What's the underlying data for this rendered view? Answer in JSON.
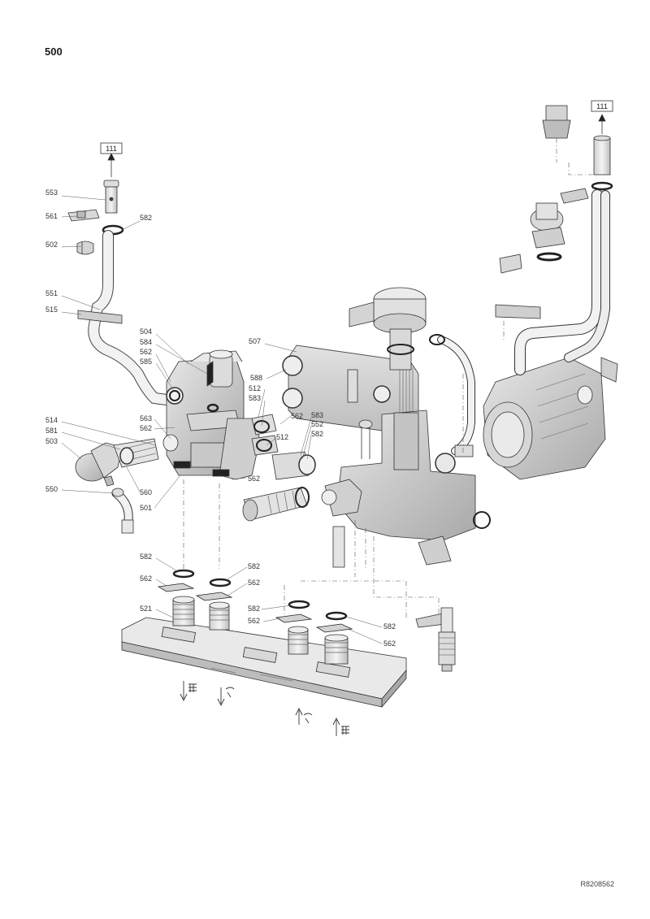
{
  "page": {
    "section_number": "500",
    "drawing_reference": "R8208562"
  },
  "colors": {
    "line": "#333333",
    "part_fill": "#e8e8e8",
    "part_dark": "#b8b8b8",
    "part_mid": "#d2d2d2",
    "oring": "#222222"
  },
  "reference_boxes": [
    "111",
    "111"
  ],
  "labels": {
    "l553": "553",
    "l561": "561",
    "l582a": "582",
    "l502": "502",
    "l551": "551",
    "l515": "515",
    "l504": "504",
    "l584": "584",
    "l562a": "562",
    "l585": "585",
    "l507": "507",
    "l588": "588",
    "l512a": "512",
    "l583a": "583",
    "l562b": "562",
    "l512b": "512",
    "l583b": "583",
    "l552": "552",
    "l582b": "582",
    "l563": "563",
    "l562c": "562",
    "l514": "514",
    "l581": "581",
    "l503": "503",
    "l560": "560",
    "l550": "550",
    "l501": "501",
    "l562d": "562",
    "l582c": "582",
    "l562e": "562",
    "l582d": "582",
    "l562f": "562",
    "l521": "521",
    "l582e": "582",
    "l562g": "562",
    "l582f": "582",
    "l562h": "562"
  }
}
